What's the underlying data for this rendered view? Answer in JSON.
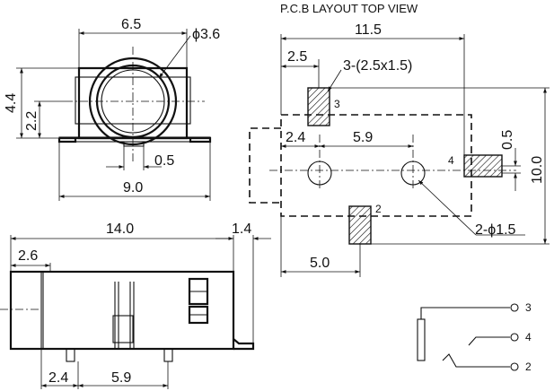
{
  "title": "P.C.B LAYOUT  TOP VIEW",
  "front_view": {
    "width_top": "6.5",
    "diameter": "ϕ3.6",
    "height_total": "4.4",
    "height_center": "2.2",
    "offset": "0.5",
    "width_bottom": "9.0"
  },
  "side_view": {
    "length": "14.0",
    "tab": "1.4",
    "left_offset": "2.6",
    "pin_offset": "2.4",
    "pin_pitch": "5.9"
  },
  "pcb_layout": {
    "width": "11.5",
    "pad_offset": "2.5",
    "pad_size": "3-(2.5x1.5)",
    "hole_offset": "2.4",
    "hole_pitch": "5.9",
    "pad4_offset": "0.5",
    "height": "10.0",
    "hole_dia": "2-ϕ1.5",
    "pad2_offset": "5.0",
    "pin3": "3",
    "pin4": "4",
    "pin2": "2"
  },
  "schematic": {
    "pin3": "3",
    "pin4": "4",
    "pin2": "2"
  }
}
